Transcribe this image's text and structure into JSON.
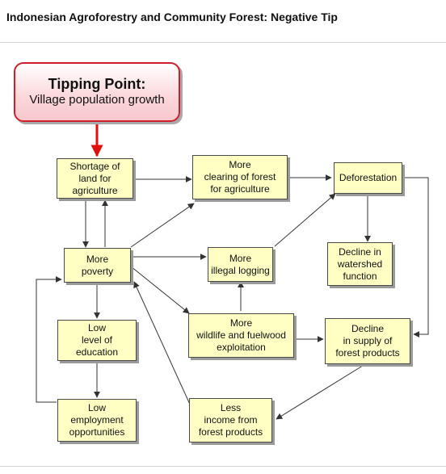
{
  "header": {
    "title": "Indonesian Agroforestry and Community Forest: Negative Tip"
  },
  "tipping_point": {
    "heading": "Tipping Point:",
    "subtitle": "Village population growth"
  },
  "nodes": {
    "shortage_of_land": "Shortage of\nland for\nagriculture",
    "more_clearing": "More\nclearing of forest\nfor agriculture",
    "deforestation": "Deforestation",
    "more_poverty": "More\npoverty",
    "more_illegal_logging": "More\nillegal logging",
    "decline_watershed": "Decline in\nwatershed\nfunction",
    "low_education": "Low\nlevel of\neducation",
    "wildlife_fuelwood": "More\nwildlife and fuelwood\nexploitation",
    "decline_forest_products": "Decline\nin supply of\nforest products",
    "low_employment": "Low\nemployment\nopportunities",
    "less_income": "Less\nincome from\nforest products"
  },
  "colors": {
    "node_fill": "#ffffc4",
    "node_border": "#4a4a4a",
    "tipping_border": "#cc1f2b",
    "tipping_arrow": "#e01010",
    "connector": "#333333"
  }
}
